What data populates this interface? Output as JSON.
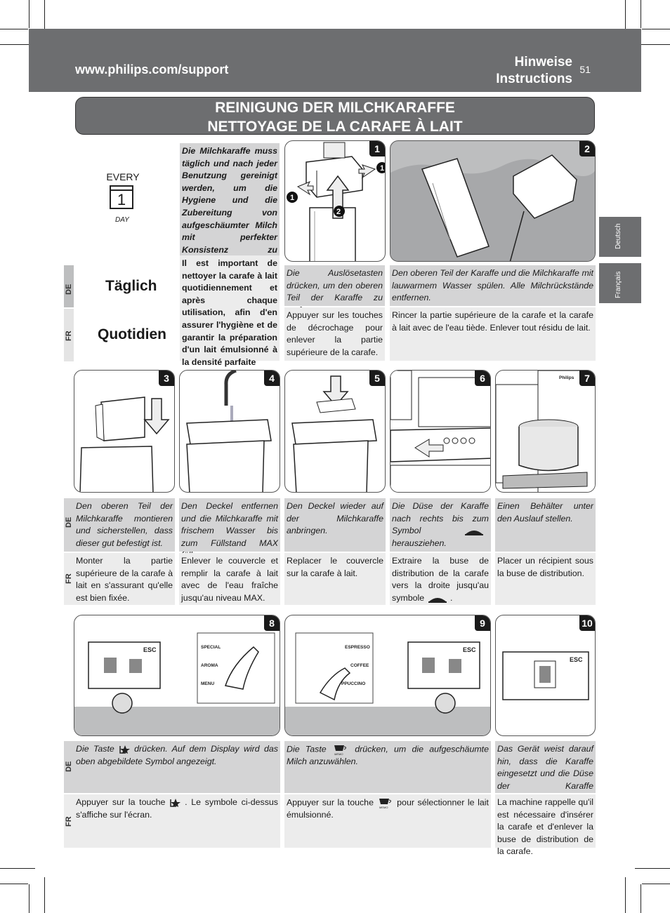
{
  "header": {
    "url": "www.philips.com/support",
    "title_de": "Hinweise",
    "title_fr": "Instructions",
    "page_number": "51"
  },
  "title": {
    "line1": "REINIGUNG DER MILCHKARAFFE",
    "line2": "NETTOYAGE DE LA CARAFE À LAIT"
  },
  "side_tabs": {
    "de": "Deutsch",
    "fr": "Français"
  },
  "lang_codes": {
    "de": "DE",
    "fr": "FR"
  },
  "calendar": {
    "top": "EVERY",
    "number": "1",
    "bottom": "DAY"
  },
  "frequency": {
    "de": "Täglich",
    "fr": "Quotidien"
  },
  "intro": {
    "de": "Die Milchkaraffe muss täglich und nach jeder Benutzung gereinigt werden, um die Hygiene und die Zubereitung von aufgeschäumter Milch mit perfekter Konsistenz zu gewährleisten.",
    "fr": "Il est important de nettoyer la carafe à lait quotidiennement et après chaque utilisation, afin d'en assurer l'hygiène et de garantir la préparation d'un lait émulsionné à la densité parfaite"
  },
  "callouts": {
    "one": "1",
    "two": "2"
  },
  "steps": [
    {
      "num": "1",
      "de": "Die Auslösetasten drücken, um den oberen Teil der Karaffe zu entfernen.",
      "fr": "Appuyer sur les touches de décrochage pour enlever la partie supérieure de la carafe."
    },
    {
      "num": "2",
      "de": "Den oberen Teil der Karaffe und die Milchkaraffe mit lauwarmem Wasser spülen. Alle Milchrückstände entfernen.",
      "fr": "Rincer la partie supérieure de la carafe et la carafe à lait avec de l'eau tiède. Enlever tout résidu de lait."
    },
    {
      "num": "3",
      "de": "Den oberen Teil der Milchkaraffe montieren und sicherstellen, dass dieser gut befestigt ist.",
      "fr": "Monter la partie supérieure de la carafe à lait en s'assurant qu'elle est bien fixée."
    },
    {
      "num": "4",
      "de": "Den Deckel entfernen und die Milchkaraffe mit frischem Wasser bis zum Füllstand MAX füllen.",
      "fr": "Enlever le couvercle et remplir la carafe à lait avec de l'eau fraîche jusqu'au niveau MAX."
    },
    {
      "num": "5",
      "de": "Den Deckel wieder auf der Milchkaraffe anbringen.",
      "fr": "Replacer le couvercle sur la carafe à lait."
    },
    {
      "num": "6",
      "de_before": "Die Düse der Karaffe nach rechts bis zum Symbol",
      "de_after": "herausziehen.",
      "fr_before": "Extraire la buse de distribution de la carafe vers la droite jusqu'au symbole",
      "fr_after": "."
    },
    {
      "num": "7",
      "de": "Einen Behälter unter den Auslauf stellen.",
      "fr": "Placer un récipient sous la buse de distribution."
    },
    {
      "num": "8",
      "de_before": "Die Taste",
      "de_after": "drücken. Auf dem Display wird das oben abgebildete Symbol angezeigt.",
      "fr_before": "Appuyer sur la touche",
      "fr_after": ". Le symbole ci-dessus s'affiche sur l'écran."
    },
    {
      "num": "9",
      "de_before": "Die Taste",
      "de_after": "drücken, um die aufgeschäumte Milch anzuwählen.",
      "fr_before": "Appuyer sur la touche",
      "fr_after": "pour sélectionner le lait émulsionné."
    },
    {
      "num": "10",
      "de": "Das Gerät weist darauf hin, dass die Karaffe eingesetzt und die Düse der Karaffe herausgezogen werden muss.",
      "fr": "La machine rappelle qu'il est nécessaire d'insérer la carafe et d'enlever la buse de distribution de la carafe."
    }
  ],
  "panel_labels": {
    "esc": "ESC",
    "special": "SPECIAL",
    "aroma": "AROMA",
    "menu": "MENU",
    "espresso": "ESPRESSO",
    "coffee": "COFFEE",
    "cappuccino": "PPUCCINO",
    "memo": "MEMO",
    "brand": "Philips"
  },
  "colors": {
    "header_gray": "#6d6e70",
    "de_band": "#d4d4d5",
    "fr_band": "#ececec",
    "illustration_bg": "#bdbebf"
  }
}
